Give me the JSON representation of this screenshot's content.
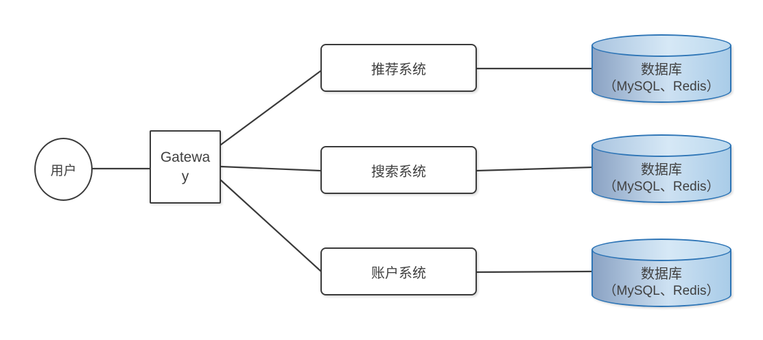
{
  "diagram": {
    "user": {
      "label": "用户"
    },
    "gateway": {
      "label": "Gateway"
    },
    "systems": [
      {
        "label": "推荐系统"
      },
      {
        "label": "搜索系统"
      },
      {
        "label": "账户系统"
      }
    ],
    "databases": [
      {
        "title": "数据库",
        "subtitle": "（MySQL、Redis）"
      },
      {
        "title": "数据库",
        "subtitle": "（MySQL、Redis）"
      },
      {
        "title": "数据库",
        "subtitle": "（MySQL、Redis）"
      }
    ],
    "colors": {
      "line": "#3a3a3a",
      "db_border": "#2e75b6",
      "db_fill_left": "#8aa2c3",
      "db_fill_mid": "#cde1f2",
      "db_fill_right": "#a9cce8",
      "text": "#404040"
    }
  }
}
